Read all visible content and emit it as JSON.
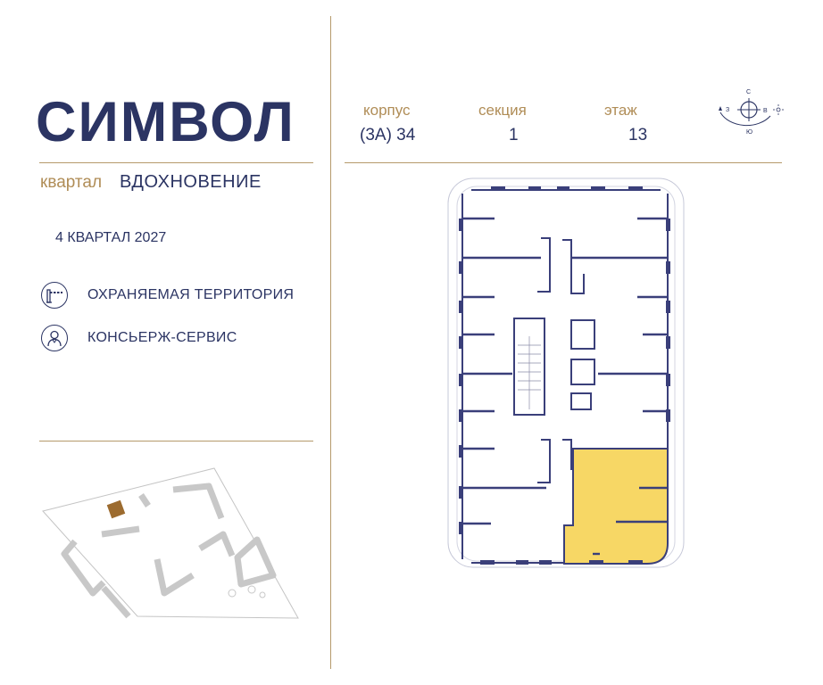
{
  "brand": {
    "logo": "СИМВОЛ",
    "quarter_word": "квартал",
    "quarter_name": "ВДОХНОВЕНИЕ"
  },
  "completion": "4 КВАРТАЛ 2027",
  "features": [
    {
      "icon": "barrier-icon",
      "label": "ОХРАНЯЕМАЯ ТЕРРИТОРИЯ"
    },
    {
      "icon": "concierge-icon",
      "label": "КОНСЬЕРЖ-СЕРВИС"
    }
  ],
  "header": {
    "building_label": "корпус",
    "building_value": "(3А) 34",
    "section_label": "секция",
    "section_value": "1",
    "floor_label": "этаж",
    "floor_value": "13"
  },
  "compass": {
    "north": "С",
    "south": "Ю",
    "west": "З",
    "east": "В"
  },
  "colors": {
    "navy": "#2b3463",
    "gold": "#b08d57",
    "highlight": "#f7d765",
    "wall": "#3a3f7a"
  }
}
